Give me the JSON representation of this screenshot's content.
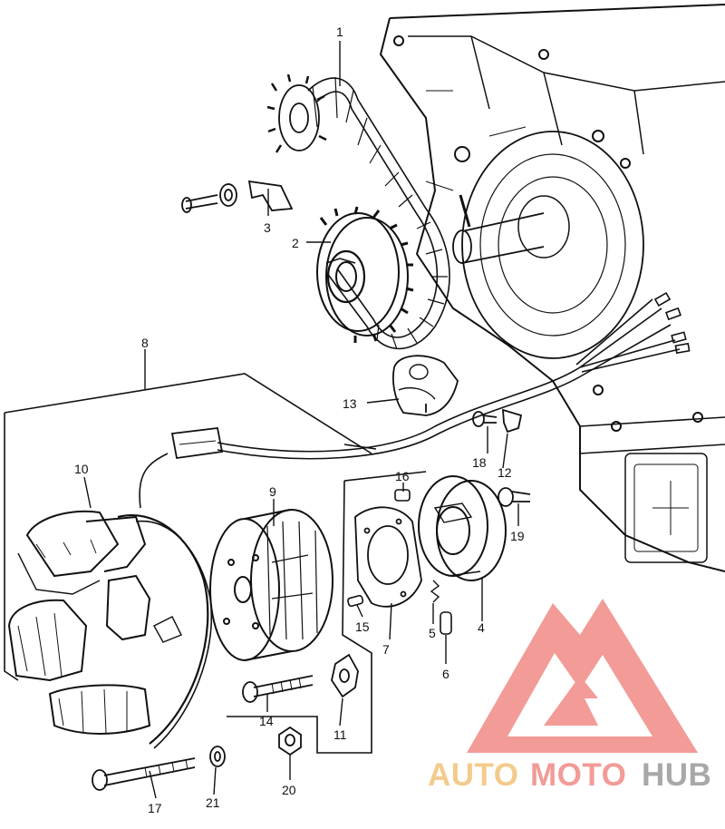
{
  "labels": {
    "1": "1",
    "2": "2",
    "3": "3",
    "4": "4",
    "5": "5",
    "6": "6",
    "7": "7",
    "8": "8",
    "9": "9",
    "10": "10",
    "11": "11",
    "12": "12",
    "13": "13",
    "14": "14",
    "15": "15",
    "16": "16",
    "17": "17",
    "18": "18",
    "19": "19",
    "20": "20",
    "21": "21"
  },
  "logo": {
    "part1": "AUTO",
    "part2": "MOTO",
    "part3": "HUB",
    "color1": "#f2c27a",
    "color2": "#f08a86",
    "color3": "#9a9a9a"
  },
  "line_color": "#111111"
}
